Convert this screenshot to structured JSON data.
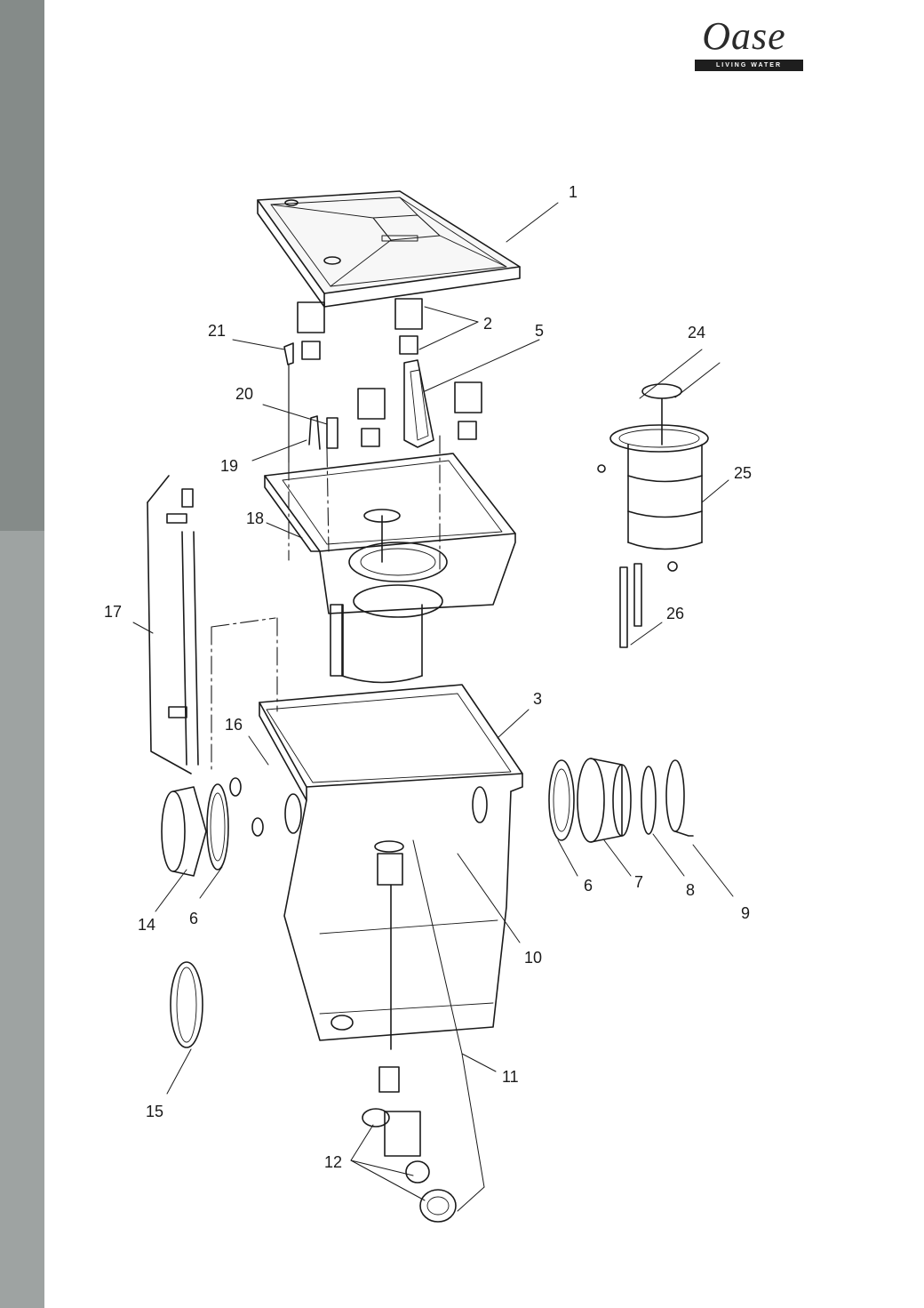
{
  "brand": {
    "name": "Oase",
    "tagline": "LIVING WATER"
  },
  "callouts": [
    {
      "id": "1",
      "label": "1"
    },
    {
      "id": "2",
      "label": "2"
    },
    {
      "id": "3",
      "label": "3"
    },
    {
      "id": "5",
      "label": "5"
    },
    {
      "id": "6a",
      "label": "6"
    },
    {
      "id": "6b",
      "label": "6"
    },
    {
      "id": "7",
      "label": "7"
    },
    {
      "id": "8",
      "label": "8"
    },
    {
      "id": "9",
      "label": "9"
    },
    {
      "id": "10",
      "label": "10"
    },
    {
      "id": "11",
      "label": "11"
    },
    {
      "id": "12",
      "label": "12"
    },
    {
      "id": "14",
      "label": "14"
    },
    {
      "id": "15",
      "label": "15"
    },
    {
      "id": "16",
      "label": "16"
    },
    {
      "id": "17",
      "label": "17"
    },
    {
      "id": "18",
      "label": "18"
    },
    {
      "id": "19",
      "label": "19"
    },
    {
      "id": "20",
      "label": "20"
    },
    {
      "id": "21",
      "label": "21"
    },
    {
      "id": "24",
      "label": "24"
    },
    {
      "id": "25",
      "label": "25"
    },
    {
      "id": "26",
      "label": "26"
    }
  ],
  "colors": {
    "sidebar_top": "#858b89",
    "sidebar_bottom": "#9ea3a2",
    "line": "#1a1a1a"
  }
}
